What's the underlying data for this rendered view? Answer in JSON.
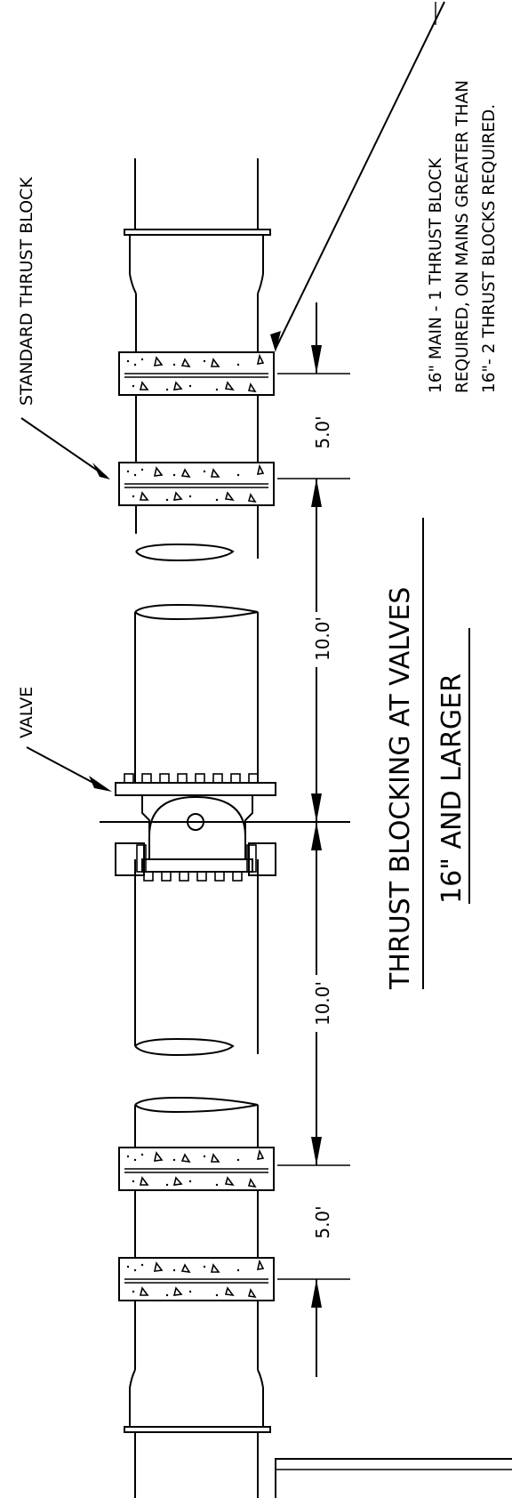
{
  "labels": {
    "standard_thrust_block": "STANDARD THRUST BLOCK",
    "valve": "VALVE"
  },
  "note": {
    "line1": "16\" MAIN - 1 THRUST BLOCK",
    "line2": "REQUIRED, ON MAINS GREATER THAN",
    "line3": "16\"- 2 THRUST BLOCKS REQUIRED."
  },
  "title": {
    "line1": "THRUST BLOCKING AT VALVES",
    "line2": "16\" AND LARGER"
  },
  "dimensions": {
    "top_block_spacing": "5.0'",
    "top_valve_spacing": "10.0'",
    "bottom_valve_spacing": "10.0'",
    "bottom_block_spacing": "5.0'"
  }
}
